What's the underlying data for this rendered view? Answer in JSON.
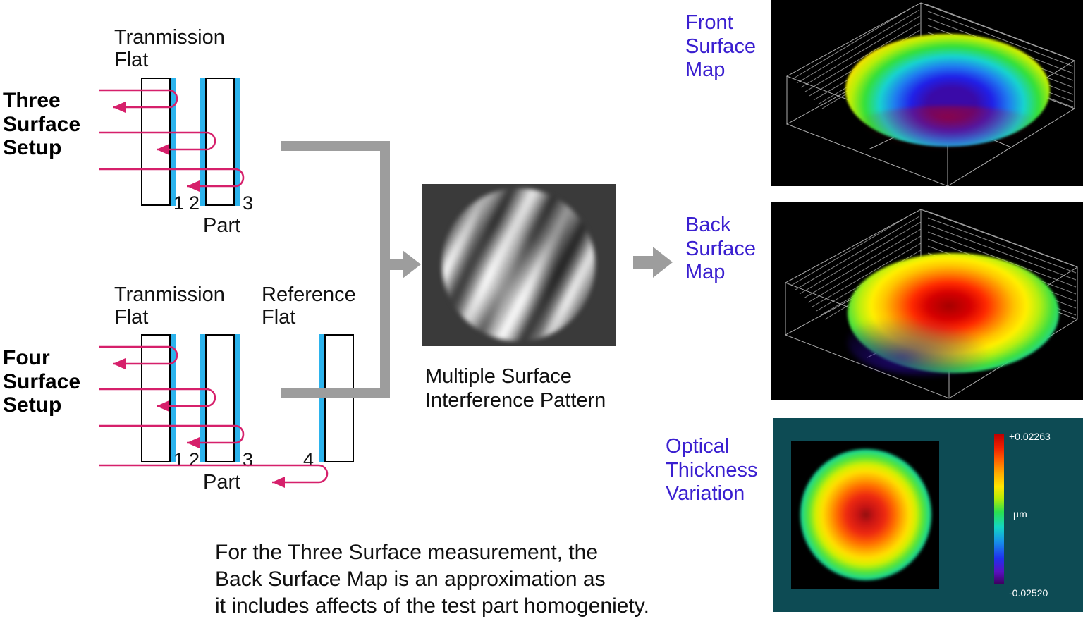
{
  "setups": [
    {
      "id": "three-surface",
      "title": "Three\nSurface\nSetup",
      "transmission_flat_label": "Tranmission\nFlat",
      "part_label": "Part",
      "reference_flat_label": null,
      "surface_numbers": [
        "1",
        "2",
        "3"
      ]
    },
    {
      "id": "four-surface",
      "title": "Four\nSurface\nSetup",
      "transmission_flat_label": "Tranmission\nFlat",
      "part_label": "Part",
      "reference_flat_label": "Reference\nFlat",
      "surface_numbers": [
        "1",
        "2",
        "3",
        "4"
      ]
    }
  ],
  "interference": {
    "caption": "Multiple Surface\nInterference Pattern"
  },
  "results": [
    {
      "id": "front-surface-map",
      "label": "Front\nSurface\nMap"
    },
    {
      "id": "back-surface-map",
      "label": "Back\nSurface\nMap"
    },
    {
      "id": "optical-thickness-variation",
      "label": "Optical\nThickness\nVariation"
    }
  ],
  "colorbar": {
    "max": "+0.02263",
    "min": "-0.02520",
    "units": "µm"
  },
  "footnote": "For the Three Surface measurement, the\nBack Surface Map is an approximation as\nit includes affects of the test part homogeniety.",
  "colors": {
    "ray": "#d6206b",
    "coating": "#2bb3ed",
    "connector": "#9d9d9d",
    "result_label": "#3a1fd0",
    "panel_black": "#000000",
    "panel_teal": "#0d4b54",
    "fringe_background": "#3a3a3a"
  },
  "icons": {
    "connector_arrow": "right-arrow-icon",
    "result_arrow": "right-arrow-icon"
  }
}
